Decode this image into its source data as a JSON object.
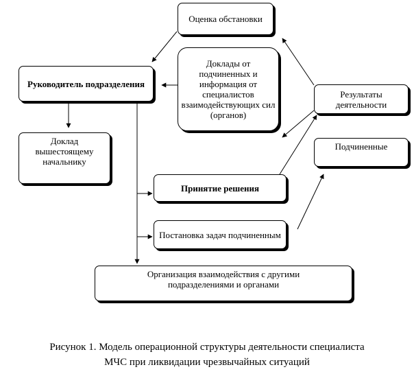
{
  "boxes": {
    "assessment": "Оценка обстановки",
    "head": "Руководитель подразделения",
    "reports_sub": "Доклады от подчиненных и информация от специалистов взаимодействующих сил (органов)",
    "results": "Результаты деятельности",
    "report_superior": "Доклад вышестоящему начальнику",
    "subordinates": "Подчиненные",
    "decision": "Принятие решения",
    "tasks": "Постановка задач подчиненным",
    "organization": "Организация взаимодействия с другими подразделениями и органами"
  },
  "caption": {
    "line1": "Рисунок 1. Модель операционной структуры деятельности специалиста",
    "line2": "МЧС  при ликвидации чрезвычайных ситуаций"
  }
}
